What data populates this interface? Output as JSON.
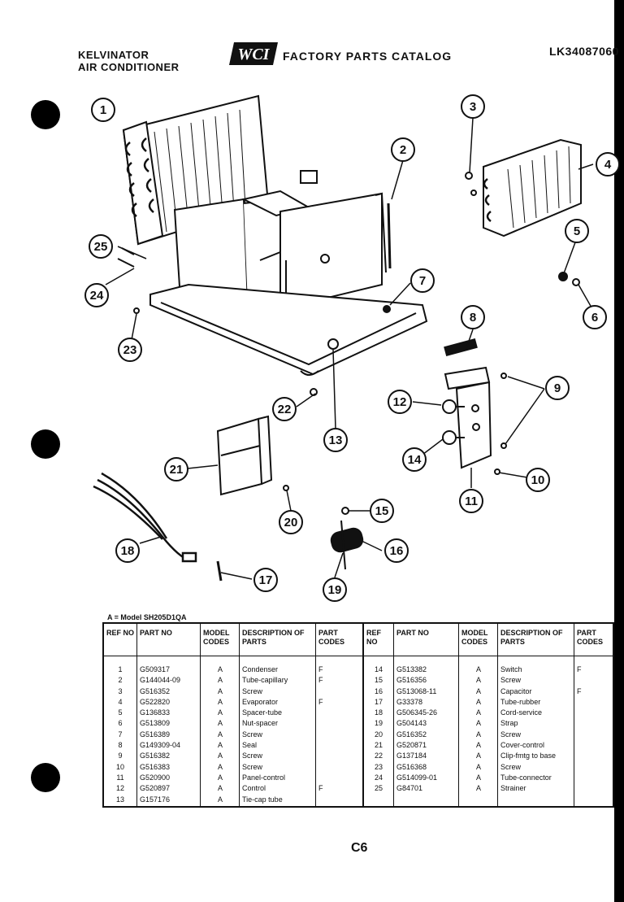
{
  "header": {
    "brand_line1": "KELVINATOR",
    "brand_line2": "AIR CONDITIONER",
    "logo_text": "WCI",
    "catalog_title": "FACTORY PARTS CATALOG",
    "model_code": "LK34087060"
  },
  "callouts": [
    "1",
    "2",
    "3",
    "4",
    "5",
    "6",
    "7",
    "8",
    "9",
    "10",
    "11",
    "12",
    "13",
    "14",
    "15",
    "16",
    "17",
    "19",
    "20",
    "21",
    "22",
    "23",
    "24",
    "25",
    "18"
  ],
  "table": {
    "model_note": "A = Model SH205D1QA",
    "headers": {
      "ref_no": "REF NO",
      "part_no": "PART NO",
      "model_codes": "MODEL CODES",
      "description": "DESCRIPTION OF PARTS",
      "part_codes": "PART CODES"
    },
    "left_rows": [
      {
        "ref": "1",
        "part": "G509317",
        "model": "A",
        "desc": "Condenser",
        "code": "F"
      },
      {
        "ref": "2",
        "part": "G144044-09",
        "model": "A",
        "desc": "Tube-capillary",
        "code": "F"
      },
      {
        "ref": "3",
        "part": "G516352",
        "model": "A",
        "desc": "Screw",
        "code": ""
      },
      {
        "ref": "4",
        "part": "G522820",
        "model": "A",
        "desc": "Evaporator",
        "code": "F"
      },
      {
        "ref": "5",
        "part": "G136833",
        "model": "A",
        "desc": "Spacer-tube",
        "code": ""
      },
      {
        "ref": "6",
        "part": "G513809",
        "model": "A",
        "desc": "Nut-spacer",
        "code": ""
      },
      {
        "ref": "7",
        "part": "G516389",
        "model": "A",
        "desc": "Screw",
        "code": ""
      },
      {
        "ref": "8",
        "part": "G149309-04",
        "model": "A",
        "desc": "Seal",
        "code": ""
      },
      {
        "ref": "9",
        "part": "G516382",
        "model": "A",
        "desc": "Screw",
        "code": ""
      },
      {
        "ref": "10",
        "part": "G516383",
        "model": "A",
        "desc": "Screw",
        "code": ""
      },
      {
        "ref": "11",
        "part": "G520900",
        "model": "A",
        "desc": "Panel-control",
        "code": ""
      },
      {
        "ref": "12",
        "part": "G520897",
        "model": "A",
        "desc": "Control",
        "code": "F"
      },
      {
        "ref": "13",
        "part": "G157176",
        "model": "A",
        "desc": "Tie-cap tube",
        "code": ""
      }
    ],
    "right_rows": [
      {
        "ref": "14",
        "part": "G513382",
        "model": "A",
        "desc": "Switch",
        "code": "F"
      },
      {
        "ref": "15",
        "part": "G516356",
        "model": "A",
        "desc": "Screw",
        "code": ""
      },
      {
        "ref": "16",
        "part": "G513068-11",
        "model": "A",
        "desc": "Capacitor",
        "code": "F"
      },
      {
        "ref": "17",
        "part": "G33378",
        "model": "A",
        "desc": "Tube-rubber",
        "code": ""
      },
      {
        "ref": "18",
        "part": "G506345-26",
        "model": "A",
        "desc": "Cord-service",
        "code": ""
      },
      {
        "ref": "19",
        "part": "G504143",
        "model": "A",
        "desc": "Strap",
        "code": ""
      },
      {
        "ref": "20",
        "part": "G516352",
        "model": "A",
        "desc": "Screw",
        "code": ""
      },
      {
        "ref": "21",
        "part": "G520871",
        "model": "A",
        "desc": "Cover-control",
        "code": ""
      },
      {
        "ref": "22",
        "part": "G137184",
        "model": "A",
        "desc": "Clip-fmtg to base",
        "code": ""
      },
      {
        "ref": "23",
        "part": "G516368",
        "model": "A",
        "desc": "Screw",
        "code": ""
      },
      {
        "ref": "24",
        "part": "G514099-01",
        "model": "A",
        "desc": "Tube-connector",
        "code": ""
      },
      {
        "ref": "25",
        "part": "G84701",
        "model": "A",
        "desc": "Strainer",
        "code": ""
      }
    ]
  },
  "page_number": "C6"
}
